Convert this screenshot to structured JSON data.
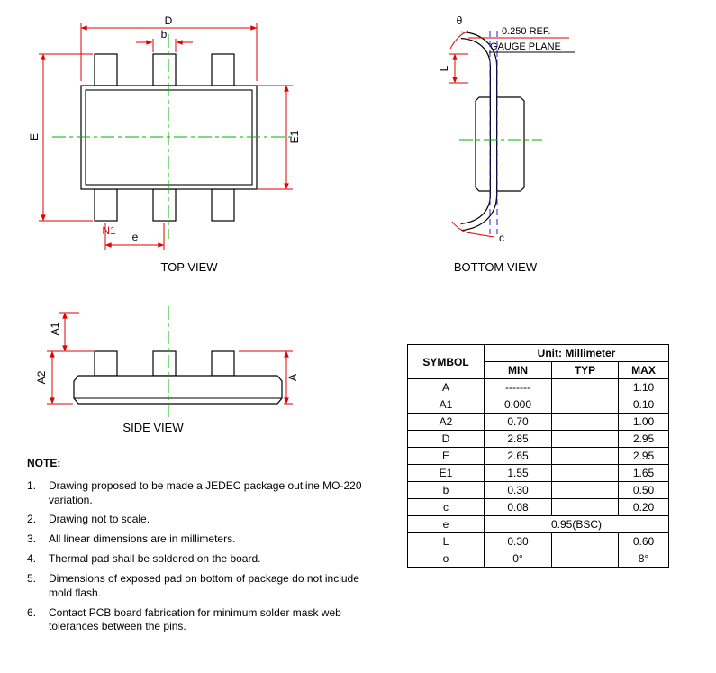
{
  "colors": {
    "dimension": "#e00000",
    "centerline": "#00b000",
    "hidden_line": "#2020c0",
    "outline": "#000000"
  },
  "views": {
    "top": {
      "title": "TOP VIEW",
      "labels": {
        "D": "D",
        "b": "b",
        "E": "E",
        "E1": "E1",
        "N1": "N1",
        "e": "e"
      }
    },
    "bottom": {
      "title": "BOTTOM VIEW",
      "labels": {
        "theta": "θ",
        "ref": "0.250 REF.",
        "gauge_plane": "GAUGE PLANE",
        "L": "L",
        "c": "c"
      }
    },
    "side": {
      "title": "SIDE VIEW",
      "labels": {
        "A1": "A1",
        "A2": "A2",
        "A": "A"
      }
    }
  },
  "notes": {
    "heading": "NOTE:",
    "items": [
      {
        "num": "1.",
        "text": "Drawing proposed to be made a JEDEC package outline MO-220 variation."
      },
      {
        "num": "2.",
        "text": "Drawing not to scale."
      },
      {
        "num": "3.",
        "text": "All linear dimensions are in millimeters."
      },
      {
        "num": "4.",
        "text": "Thermal pad shall be soldered on the board."
      },
      {
        "num": "5.",
        "text": "Dimensions of exposed pad on bottom of package do not include mold flash."
      },
      {
        "num": "6.",
        "text": "Contact PCB board fabrication for minimum solder mask web tolerances between the pins."
      }
    ]
  },
  "table": {
    "symbol_header": "SYMBOL",
    "unit_header": "Unit: Millimeter",
    "columns": [
      "MIN",
      "TYP",
      "MAX"
    ],
    "rows": [
      {
        "symbol": "A",
        "min": "-------",
        "typ": "",
        "max": "1.10"
      },
      {
        "symbol": "A1",
        "min": "0.000",
        "typ": "",
        "max": "0.10"
      },
      {
        "symbol": "A2",
        "min": "0.70",
        "typ": "",
        "max": "1.00"
      },
      {
        "symbol": "D",
        "min": "2.85",
        "typ": "",
        "max": "2.95"
      },
      {
        "symbol": "E",
        "min": "2.65",
        "typ": "",
        "max": "2.95"
      },
      {
        "symbol": "E1",
        "min": "1.55",
        "typ": "",
        "max": "1.65"
      },
      {
        "symbol": "b",
        "min": "0.30",
        "typ": "",
        "max": "0.50"
      },
      {
        "symbol": "c",
        "min": "0.08",
        "typ": "",
        "max": "0.20"
      },
      {
        "symbol": "e",
        "span": "0.95(BSC)"
      },
      {
        "symbol": "L",
        "min": "0.30",
        "typ": "",
        "max": "0.60"
      },
      {
        "symbol": "ɵ",
        "min": "0°",
        "typ": "",
        "max": "8°"
      }
    ]
  }
}
